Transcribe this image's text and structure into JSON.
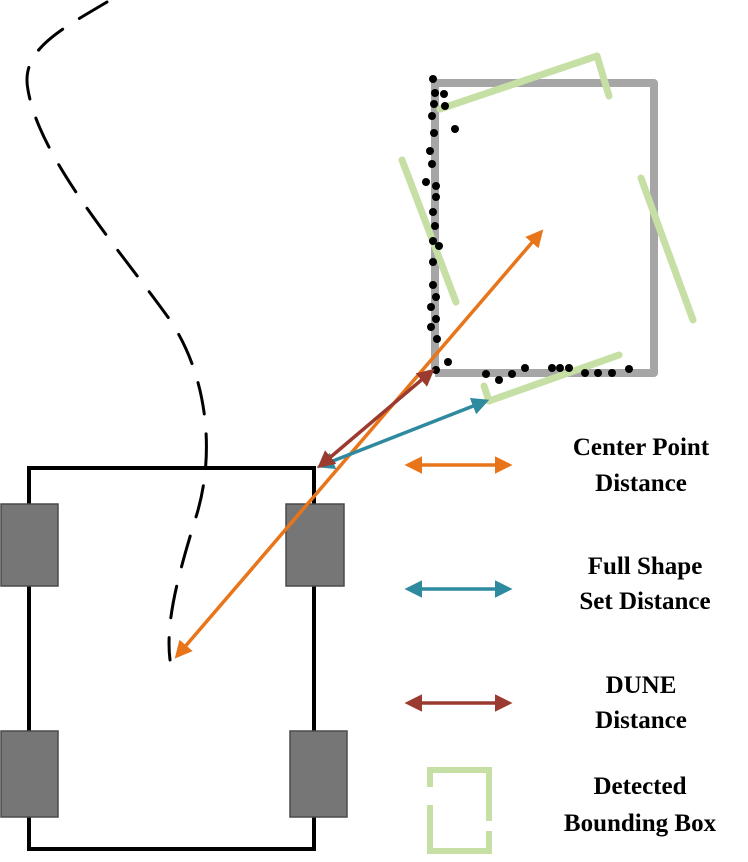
{
  "legend": {
    "center_point": {
      "line1": "Center Point",
      "line2": "Distance",
      "color": "#e8751a"
    },
    "full_shape": {
      "line1": "Full Shape",
      "line2": "Set Distance",
      "color": "#2e8a9e"
    },
    "dune": {
      "line1": "DUNE",
      "line2": "Distance",
      "color": "#9b3b30"
    },
    "detected_box": {
      "line1": "Detected",
      "line2": "Bounding Box",
      "color": "#c6dfa4"
    }
  },
  "colors": {
    "ground_truth_box": "#a6a6a6",
    "points": "#000000",
    "vehicle_outline": "#000000",
    "wheel_fill": "#767676",
    "trajectory": "#000000"
  }
}
